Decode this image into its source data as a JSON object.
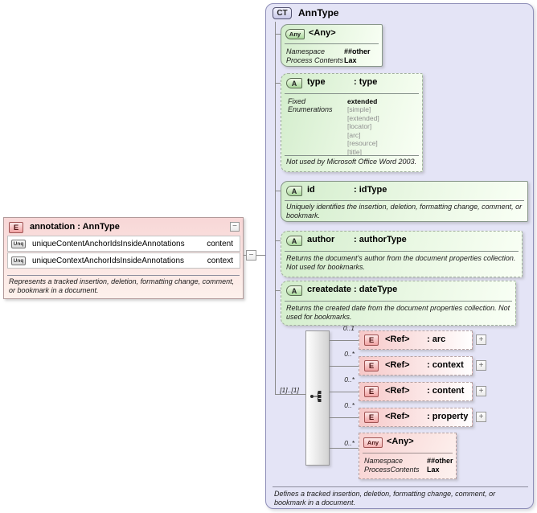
{
  "icons": {
    "expand": "+",
    "collapse": "−"
  },
  "colors": {
    "container_fill": "#e4e4f6",
    "container_border": "#8e8eb8",
    "attribute_green": "#d3edcc",
    "element_pink": "#f6c8c8",
    "line_gray": "#8a8a8a"
  },
  "element_box": {
    "badge": "E",
    "title": "annotation : AnnType",
    "constraints": [
      {
        "badge": "Unq",
        "name": "uniqueContentAnchorIdsInsideAnnotations",
        "field": "content"
      },
      {
        "badge": "Unq",
        "name": "uniqueContextAnchorIdsInsideAnnotations",
        "field": "context"
      }
    ],
    "description": "Represents a tracked insertion, deletion, formatting change, comment, or bookmark in a document."
  },
  "complex_type": {
    "badge": "CT",
    "title": "AnnType",
    "description": "Defines a tracked insertion, deletion, formatting change, comment, or bookmark in a document."
  },
  "any_top": {
    "badge": "Any",
    "title": "<Any>",
    "props": [
      {
        "name": "Namespace",
        "value": "##other"
      },
      {
        "name": "Process Contents",
        "value": "Lax"
      }
    ]
  },
  "attr_type": {
    "badge": "A",
    "name": "type",
    "type": ": type",
    "fixed_label": "Fixed",
    "fixed_value": "extended",
    "enum_label": "Enumerations",
    "enums": [
      "[simple]",
      "[extended]",
      "[locator]",
      "[arc]",
      "[resource]",
      "[title]"
    ],
    "note": "Not used by Microsoft Office Word 2003."
  },
  "attr_id": {
    "badge": "A",
    "name": "id",
    "type": ": idType",
    "description": "Uniquely identifies the insertion, deletion, formatting change, comment, or bookmark."
  },
  "attr_author": {
    "badge": "A",
    "name": "author",
    "type": ": authorType",
    "description": "Returns the document's author from the document properties collection. Not used for bookmarks."
  },
  "attr_createdate": {
    "badge": "A",
    "name": "createdate",
    "type": ": dateType",
    "description": "Returns the created date from the document properties collection. Not used for bookmarks."
  },
  "model_group": {
    "cardinality": "[1]..[1]"
  },
  "refs": [
    {
      "cardinality": "0..1",
      "badge": "E",
      "name": "<Ref>",
      "type": ": arc"
    },
    {
      "cardinality": "0..*",
      "badge": "E",
      "name": "<Ref>",
      "type": ": context"
    },
    {
      "cardinality": "0..*",
      "badge": "E",
      "name": "<Ref>",
      "type": ": content"
    },
    {
      "cardinality": "0..*",
      "badge": "E",
      "name": "<Ref>",
      "type": ": property"
    }
  ],
  "any_bottom": {
    "cardinality": "0..*",
    "badge": "Any",
    "title": "<Any>",
    "props": [
      {
        "name": "Namespace",
        "value": "##other"
      },
      {
        "name": "ProcessContents",
        "value": "Lax"
      }
    ]
  }
}
